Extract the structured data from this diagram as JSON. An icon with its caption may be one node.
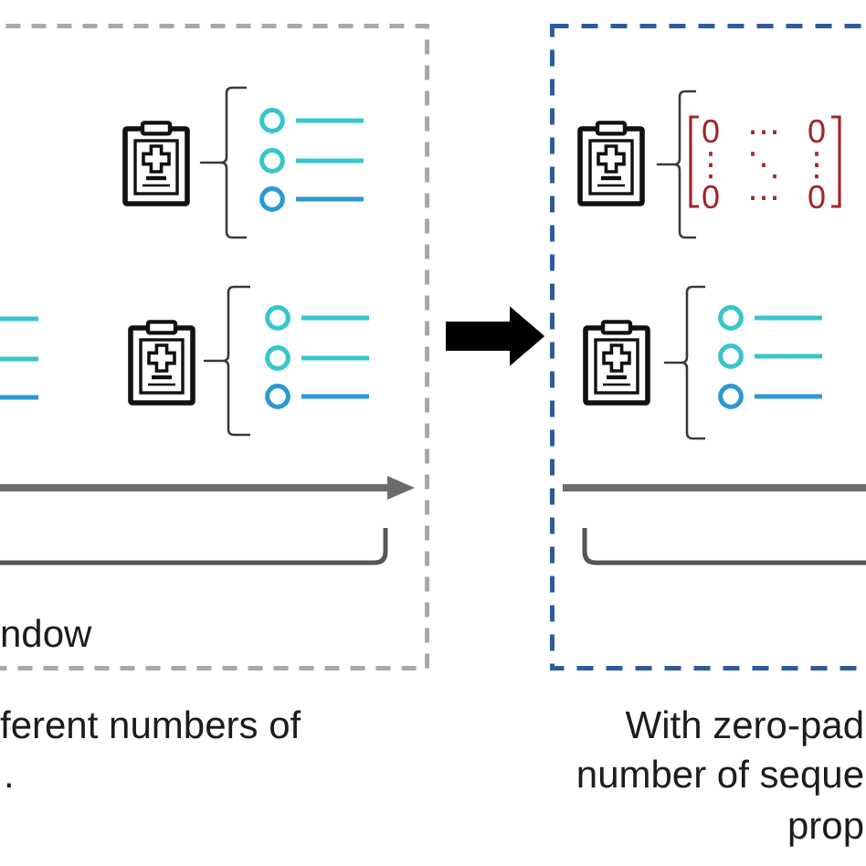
{
  "diagram": {
    "nodes": [
      {
        "text": [
          "ndow"
        ],
        "beside": [
          "ferent numbers of",
          "."
        ]
      },
      {
        "text": [],
        "shape": "box",
        "beside": [
          "With zero-pad",
          "number of seque",
          "prop"
        ]
      }
    ],
    "edges": [
      {
        "from": 0,
        "to": 1,
        "arrow": "to"
      }
    ],
    "labels": [
      "0",
      "⋯",
      "0",
      "⋮",
      "⋱",
      "⋮",
      "0",
      "⋯",
      "0"
    ]
  }
}
